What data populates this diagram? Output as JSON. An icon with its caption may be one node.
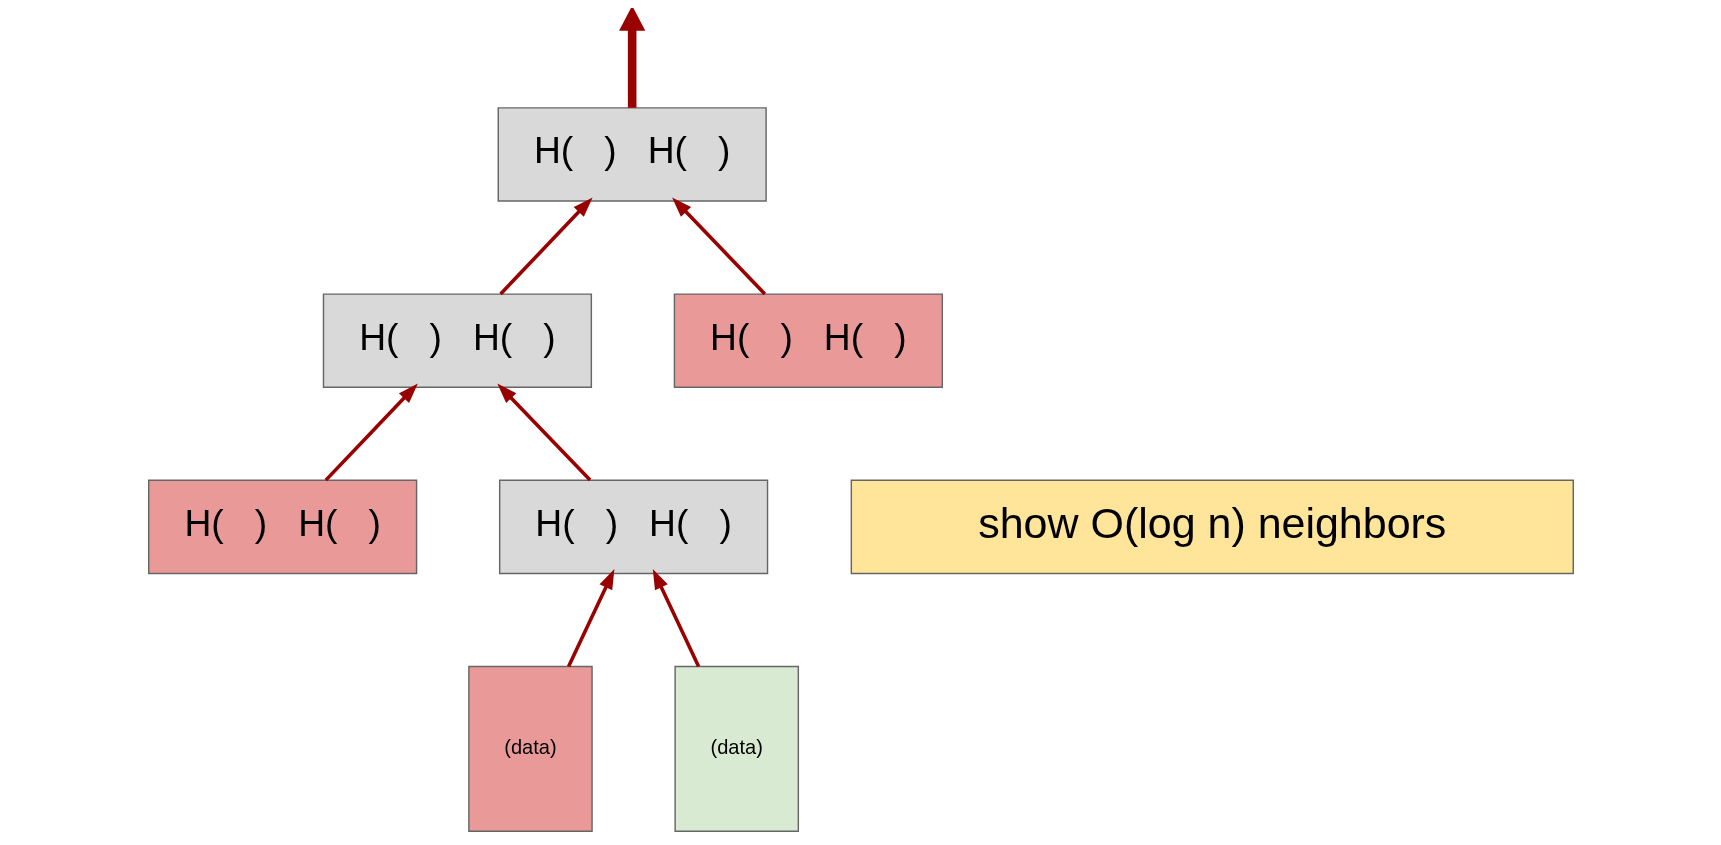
{
  "diagram": {
    "nodes": [
      {
        "text": [
          "H(   )   H(   )"
        ]
      },
      {
        "text": [
          "H(   )   H(   )"
        ]
      },
      {
        "text": [
          "H(   )   H(   )"
        ]
      },
      {
        "text": [
          "H(   )   H(   )"
        ]
      },
      {
        "text": [
          "H(   )   H(   )"
        ]
      },
      {
        "text": [
          "(data)"
        ]
      },
      {
        "text": [
          "(data)"
        ]
      },
      {
        "text": [
          "show O(log n) neighbors"
        ]
      }
    ],
    "edges": [
      {
        "from": 0,
        "to": null,
        "arrow": "to",
        "style": "thick"
      },
      {
        "from": 1,
        "to": 0,
        "arrow": "to"
      },
      {
        "from": 2,
        "to": 0,
        "arrow": "to"
      },
      {
        "from": 3,
        "to": 1,
        "arrow": "to"
      },
      {
        "from": 4,
        "to": 1,
        "arrow": "to"
      },
      {
        "from": 5,
        "to": 4,
        "arrow": "to"
      },
      {
        "from": 6,
        "to": 4,
        "arrow": "to"
      }
    ]
  }
}
